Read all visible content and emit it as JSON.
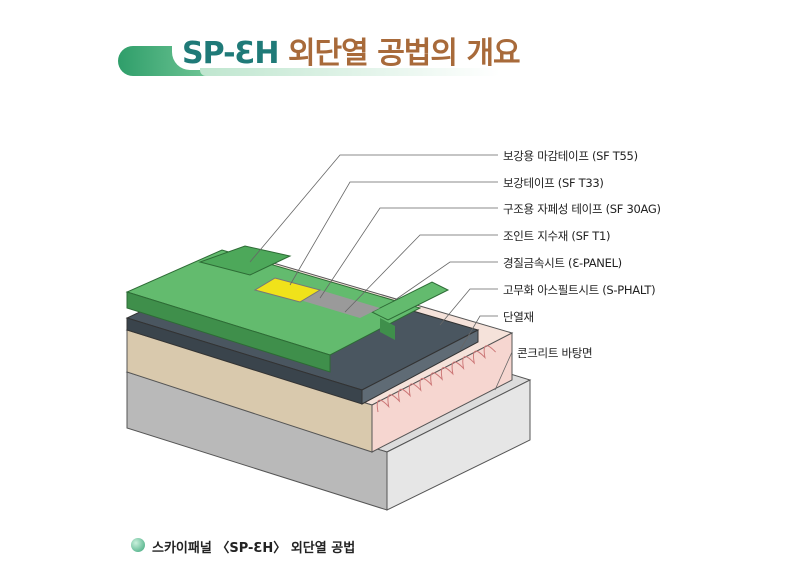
{
  "title": {
    "model": "SP-ƐH",
    "rest": "외단열 공법의 개요"
  },
  "labels": [
    "보강용 마감테이프 (SF T55)",
    "보강테이프 (SF T33)",
    "구조용 자페성 테이프 (SF 30AG)",
    "조인트 지수재 (SF T1)",
    "경질금속시트 (Ɛ-PANEL)",
    "고무화 아스필트시트 (S-PHALT)",
    "단열재",
    "콘크리트 바탕면"
  ],
  "caption": "스카이패널 〈SP-ƐH〉 외단열 공법",
  "colors": {
    "teal": "#1f7a78",
    "brown": "#a86a3a",
    "green": "#5cb86a",
    "insulation": "#f3d9cf",
    "concrete": "#c8c8c8"
  }
}
